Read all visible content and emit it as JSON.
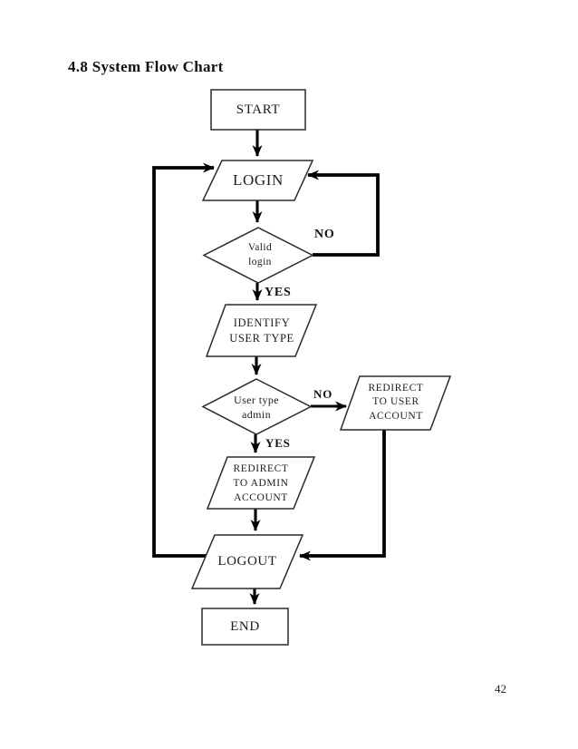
{
  "document": {
    "heading": "4.8 System Flow Chart",
    "page_number": "42"
  },
  "flowchart": {
    "nodes": {
      "start": {
        "shape": "rectangle",
        "label": "START"
      },
      "login": {
        "shape": "parallelogram",
        "label": "LOGIN"
      },
      "valid_login": {
        "shape": "decision",
        "line1": "Valid",
        "line2": "login"
      },
      "identify_user": {
        "shape": "parallelogram",
        "line1": "IDENTIFY",
        "line2": "USER TYPE"
      },
      "user_type_admin": {
        "shape": "decision",
        "line1": "User type",
        "line2": "admin"
      },
      "redirect_user": {
        "shape": "parallelogram",
        "line1": "REDIRECT",
        "line2": "TO USER",
        "line3": "ACCOUNT"
      },
      "redirect_admin": {
        "shape": "parallelogram",
        "line1": "REDIRECT",
        "line2": "TO ADMIN",
        "line3": "ACCOUNT"
      },
      "logout": {
        "shape": "parallelogram",
        "label": "LOGOUT"
      },
      "end": {
        "shape": "rectangle",
        "label": "END"
      }
    },
    "edge_labels": {
      "valid_login_no": "NO",
      "valid_login_yes": "YES",
      "user_type_no": "NO",
      "user_type_yes": "YES"
    },
    "colors": {
      "line": "#000000",
      "shape_border": "#2a2a2a",
      "background": "#ffffff",
      "text": "#1a1a1a"
    }
  }
}
